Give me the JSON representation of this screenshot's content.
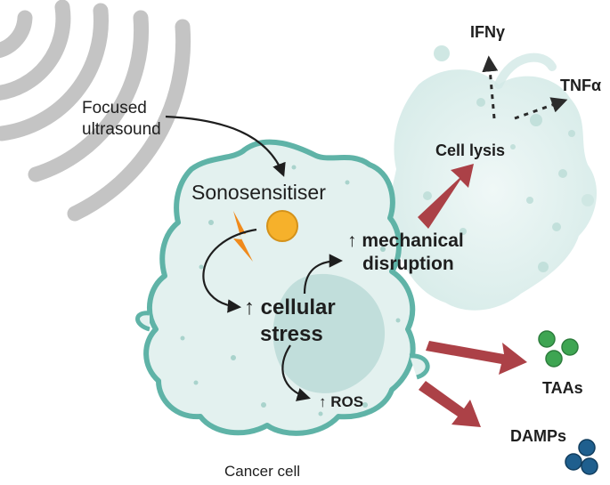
{
  "labels": {
    "ultrasound_line1": "Focused",
    "ultrasound_line2": "ultrasound",
    "sonosensitiser": "Sonosensitiser",
    "cellular_stress_line1": "↑ cellular",
    "cellular_stress_line2": "stress",
    "mechanical_line1": "↑ mechanical",
    "mechanical_line2": "disruption",
    "ros": "↑ ROS",
    "cell_lysis": "Cell lysis",
    "ifn": "IFNγ",
    "tnf": "TNFα",
    "taas": "TAAs",
    "damps": "DAMPs",
    "cancer_cell": "Cancer cell"
  },
  "colors": {
    "ultrasound_waves": "#c4c4c4",
    "cell_fill": "#e3f1ef",
    "cell_outline": "#5fb3a7",
    "nucleus": "#bcdcd8",
    "lysed_cell": "#d2e9e6",
    "sonosensitiser": "#f6b12b",
    "lightning": "#f08a1c",
    "big_arrows": "#a8373d",
    "taas": "#3ea552",
    "damps": "#1f5f8e",
    "text": "#1e1e1e"
  },
  "icons": {
    "ultrasound": "sound-wave-arcs-icon",
    "energy": "lightning-bolt-icon"
  }
}
